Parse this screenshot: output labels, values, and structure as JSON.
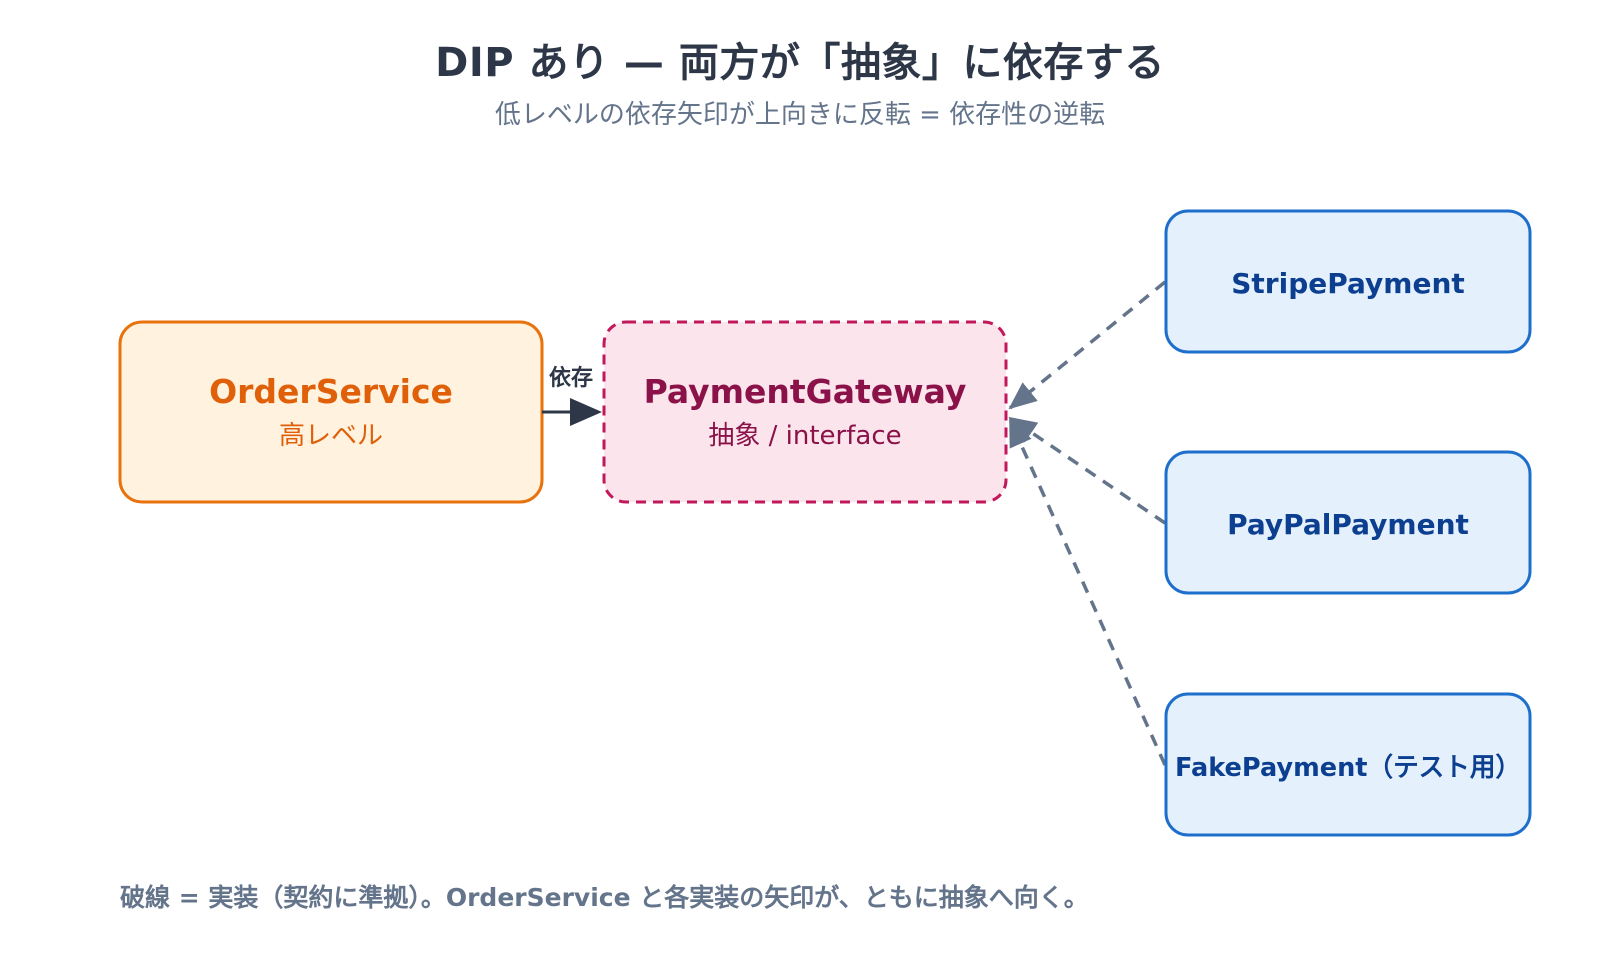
{
  "title": "DIP あり — 両方が「抽象」に依存する",
  "subtitle": "低レベルの依存矢印が上向きに反転 = 依存性の逆転",
  "nodes": {
    "order_service": {
      "name": "OrderService",
      "sub": "高レベル"
    },
    "payment_gateway": {
      "name": "PaymentGateway",
      "sub": "抽象 / interface"
    },
    "stripe": {
      "name": "StripePayment"
    },
    "paypal": {
      "name": "PayPalPayment"
    },
    "fake": {
      "name": "FakePayment（テスト用）"
    }
  },
  "edges": {
    "dependency_label": "依存"
  },
  "caption": "破線 = 実装（契約に準拠）。OrderService と各実装の矢印が、ともに抽象へ向く。",
  "colors": {
    "order_stroke": "#e8720c",
    "order_fill": "#fff2df",
    "order_text": "#e0600a",
    "gateway_stroke": "#c2185b",
    "gateway_fill": "#fbe4ec",
    "gateway_text": "#8a1248",
    "impl_stroke": "#1e6fcc",
    "impl_fill": "#e4f1fc",
    "impl_text": "#0d3f91",
    "arrow_solid": "#2d3748",
    "arrow_dashed": "#64748b"
  }
}
